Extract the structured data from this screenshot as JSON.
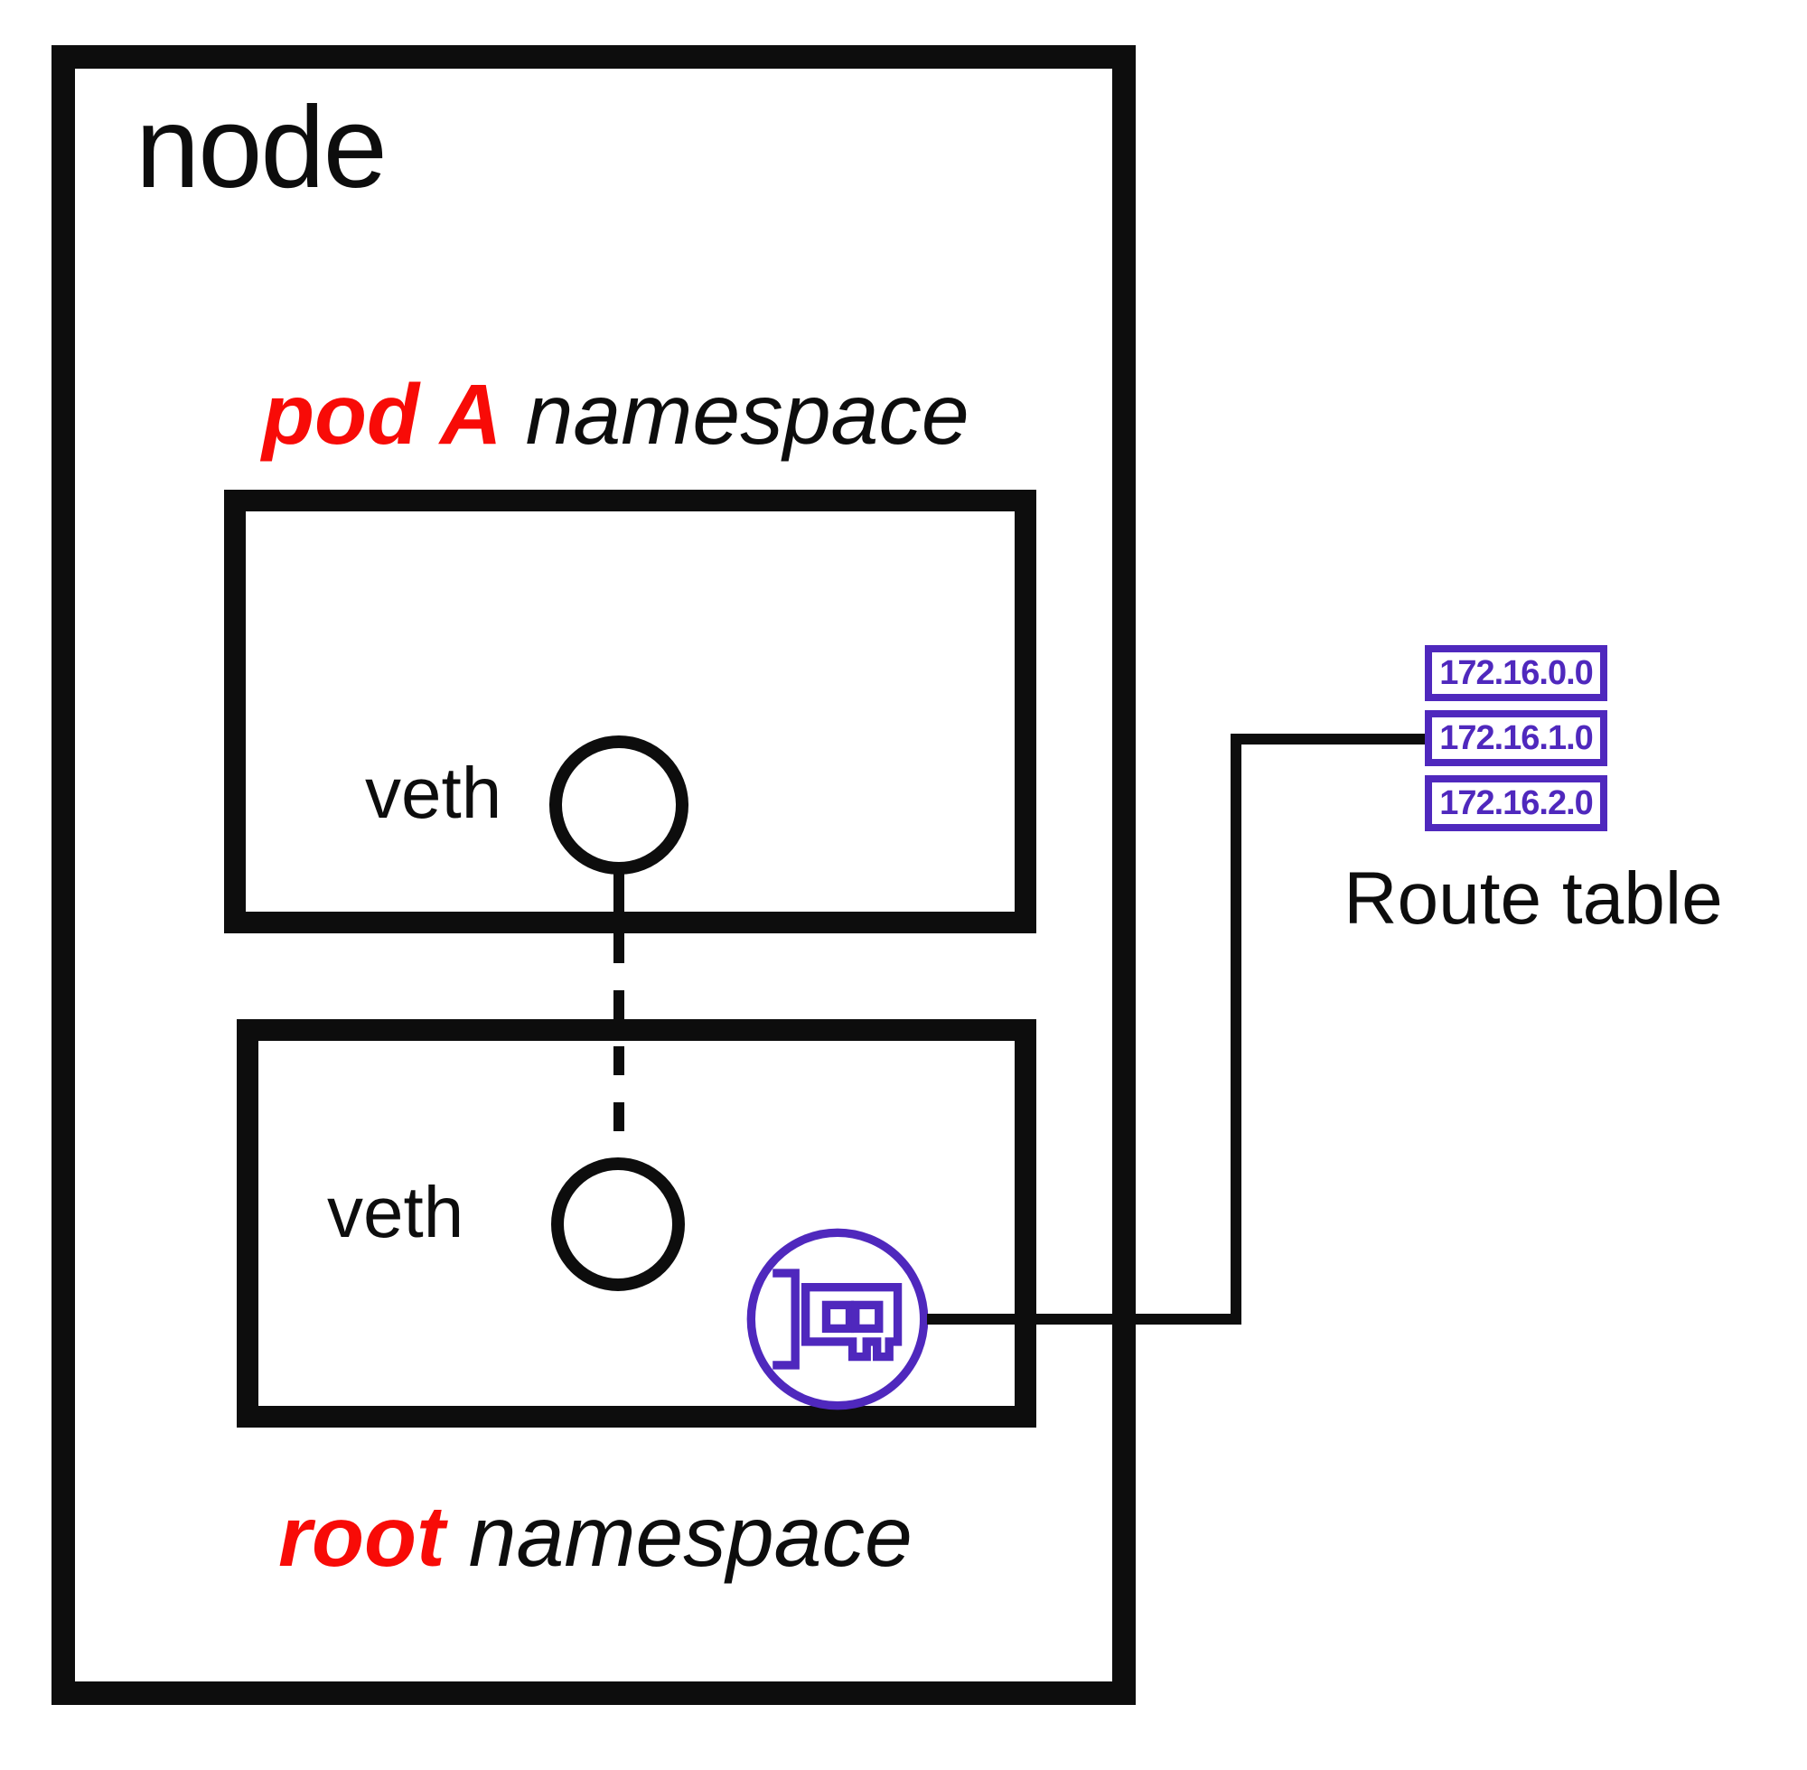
{
  "diagram": {
    "title": "node / pod networking namespaces with route table",
    "node_label": "node",
    "pod_namespace": {
      "highlight": "pod A",
      "rest": "namespace"
    },
    "root_namespace": {
      "highlight": "root",
      "rest": "namespace"
    },
    "veth_top_label": "veth",
    "veth_bottom_label": "veth",
    "route_table": {
      "title": "Route table",
      "entries": [
        "172.16.0.0",
        "172.16.1.0",
        "172.16.2.0"
      ]
    },
    "icons": {
      "nic_icon": "network-interface-card-icon"
    },
    "colors": {
      "accent_purple": "#4f28bd",
      "highlight_red": "#f80b07",
      "line_black": "#0d0d0d",
      "background": "#ffffff"
    }
  }
}
